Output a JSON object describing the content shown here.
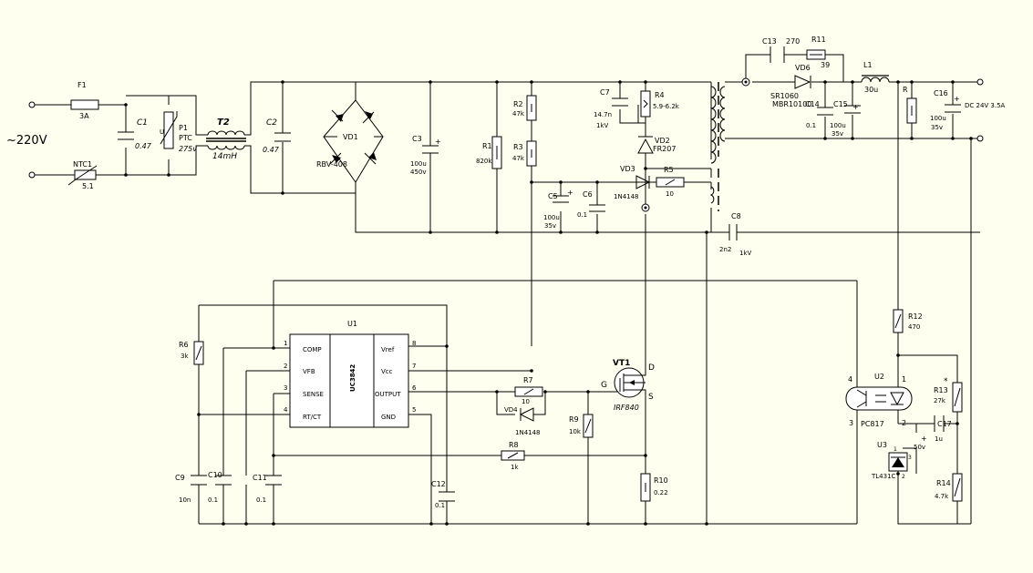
{
  "input": {
    "voltage": "~220V"
  },
  "labels": {
    "F1": "F1",
    "F1_val": "3A",
    "C1": "C1",
    "C1_val": "0.47",
    "P1": "P1",
    "P1_type": "PTC",
    "P1_val": "275v",
    "T2": "T2",
    "T2_val": "14mH",
    "C2": "C2",
    "C2_val": "0.47",
    "NTC1": "NTC1",
    "NTC1_val": "5.1",
    "VD1": "VD1",
    "VD1_val": "RBV-408",
    "C3": "C3",
    "C3_v1": "100u",
    "C3_v2": "450v",
    "R1": "R1",
    "R1_val": "820k",
    "R2": "R2",
    "R2_val": "47k",
    "R3": "R3",
    "R3_val": "47k",
    "C7": "C7",
    "C7_v1": "14.7n",
    "C7_v2": "1kV",
    "R4": "R4",
    "R4_val": "5.9-6.2k",
    "VD2": "VD2",
    "VD2_val": "FR207",
    "VD3": "VD3",
    "VD3_val": "1N4148",
    "R5": "R5",
    "R5_val": "10",
    "C5": "C5",
    "C5_v1": "100u",
    "C5_v2": "35v",
    "C6": "C6",
    "C6_val": "0.1",
    "C8t": "C8",
    "C8t_v1": "2n2",
    "C8t_v2": "1kV",
    "C13": "C13",
    "C13_val": "270",
    "R11": "R11",
    "R11_val": "39",
    "VD6": "VD6",
    "VD6_v1": "SR1060",
    "VD6_v2": "MBR10100",
    "L1": "L1",
    "L1_val": "30u",
    "C14": "C14",
    "C14_val": "0.1",
    "C15": "C15",
    "C15_v1": "100u",
    "C15_v2": "35v",
    "R": "R",
    "C16": "C16",
    "C16_v1": "100u",
    "C16_v2": "35v",
    "DC": "DC  24V 3.5A",
    "U1": "U1",
    "U1_chip": "UC3842",
    "pin1": "1",
    "pin2": "2",
    "pin3": "3",
    "pin4": "4",
    "pin5": "5",
    "pin6": "6",
    "pin7": "7",
    "pin8": "8",
    "COMP": "COMP",
    "VFB": "VFB",
    "SENSE": "SENSE",
    "RTCT": "RT/CT",
    "Vref": "Vref",
    "Vcc": "Vcc",
    "OUTPUT": "OUTPUT",
    "GND": "GND",
    "R6": "R6",
    "R6_val": "3k",
    "C9": "C9",
    "C9_val": "10n",
    "C10": "C10",
    "C10_val": "0.1",
    "C11": "C11",
    "C11_val": "0.1",
    "C12": "C12",
    "C12_val": "0.1",
    "R7": "R7",
    "R7_val": "10",
    "VD4": "VD4",
    "VD4_val": "1N4148",
    "R8": "R8",
    "R8_val": "1k",
    "R9": "R9",
    "R9_val": "10k",
    "VT1": "VT1",
    "VT1_val": "IRF840",
    "G": "G",
    "D": "D",
    "S": "S",
    "R10": "R10",
    "R10_val": "0.22",
    "R12": "R12",
    "R12_val": "470",
    "U2": "U2",
    "U2_val": "PC817",
    "u2p4": "4",
    "u2p1": "1",
    "u2p3": "3",
    "u2p2": "2",
    "R13": "R13",
    "R13_val": "27k",
    "R13_star": "*",
    "C17": "C17",
    "C17_v1": "1u",
    "C17_v2": "50v",
    "U3": "U3",
    "U3_val": "TL431C",
    "u3p1": "1",
    "u3p2": "2",
    "u3p3": "3",
    "R14": "R14",
    "R14_val": "4.7k",
    "plus": "+"
  }
}
